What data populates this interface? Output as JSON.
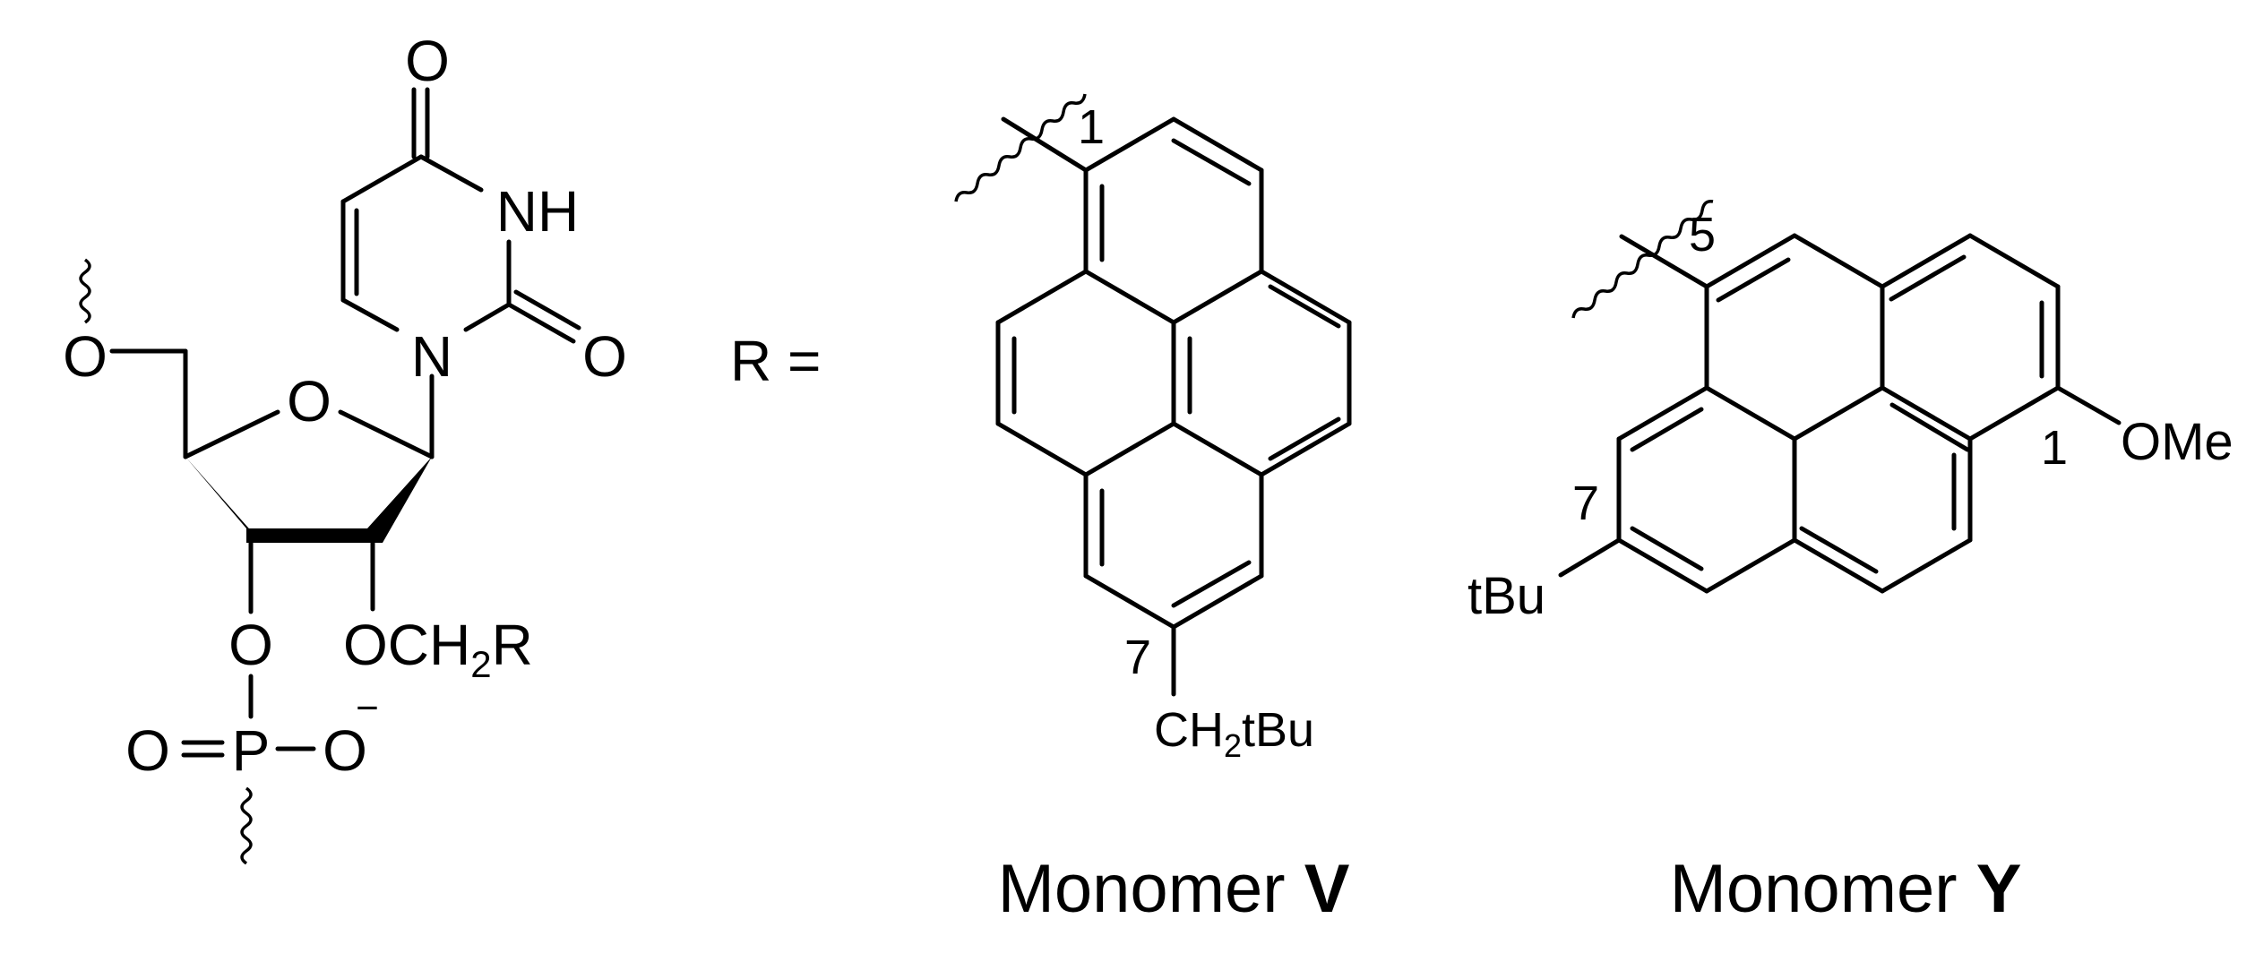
{
  "nucleoside": {
    "atom_o_carbonyl_top": "O",
    "atom_nh": "NH",
    "atom_o_carbonyl_right": "O",
    "atom_n1": "N",
    "atom_ring_o": "O",
    "atom_o5": "O",
    "atom_o3": "O",
    "group_och2": "OCH",
    "group_och2_sub": "2",
    "group_r": "R",
    "phosphate_o_double": "O",
    "phosphate_p": "P",
    "phosphate_o_minus": "O",
    "charge": "−"
  },
  "definition": {
    "label": "R ="
  },
  "monomer_v": {
    "position_1": "1",
    "position_7": "7",
    "substituent": "CH",
    "substituent_sub": "2",
    "substituent_tail": "tBu",
    "caption_prefix": "Monomer ",
    "caption_bold": "V"
  },
  "monomer_y": {
    "position_5": "5",
    "position_7": "7",
    "position_1": "1",
    "substituent_ome": "OMe",
    "substituent_tbu": "tBu",
    "caption_prefix": "Monomer ",
    "caption_bold": "Y"
  }
}
